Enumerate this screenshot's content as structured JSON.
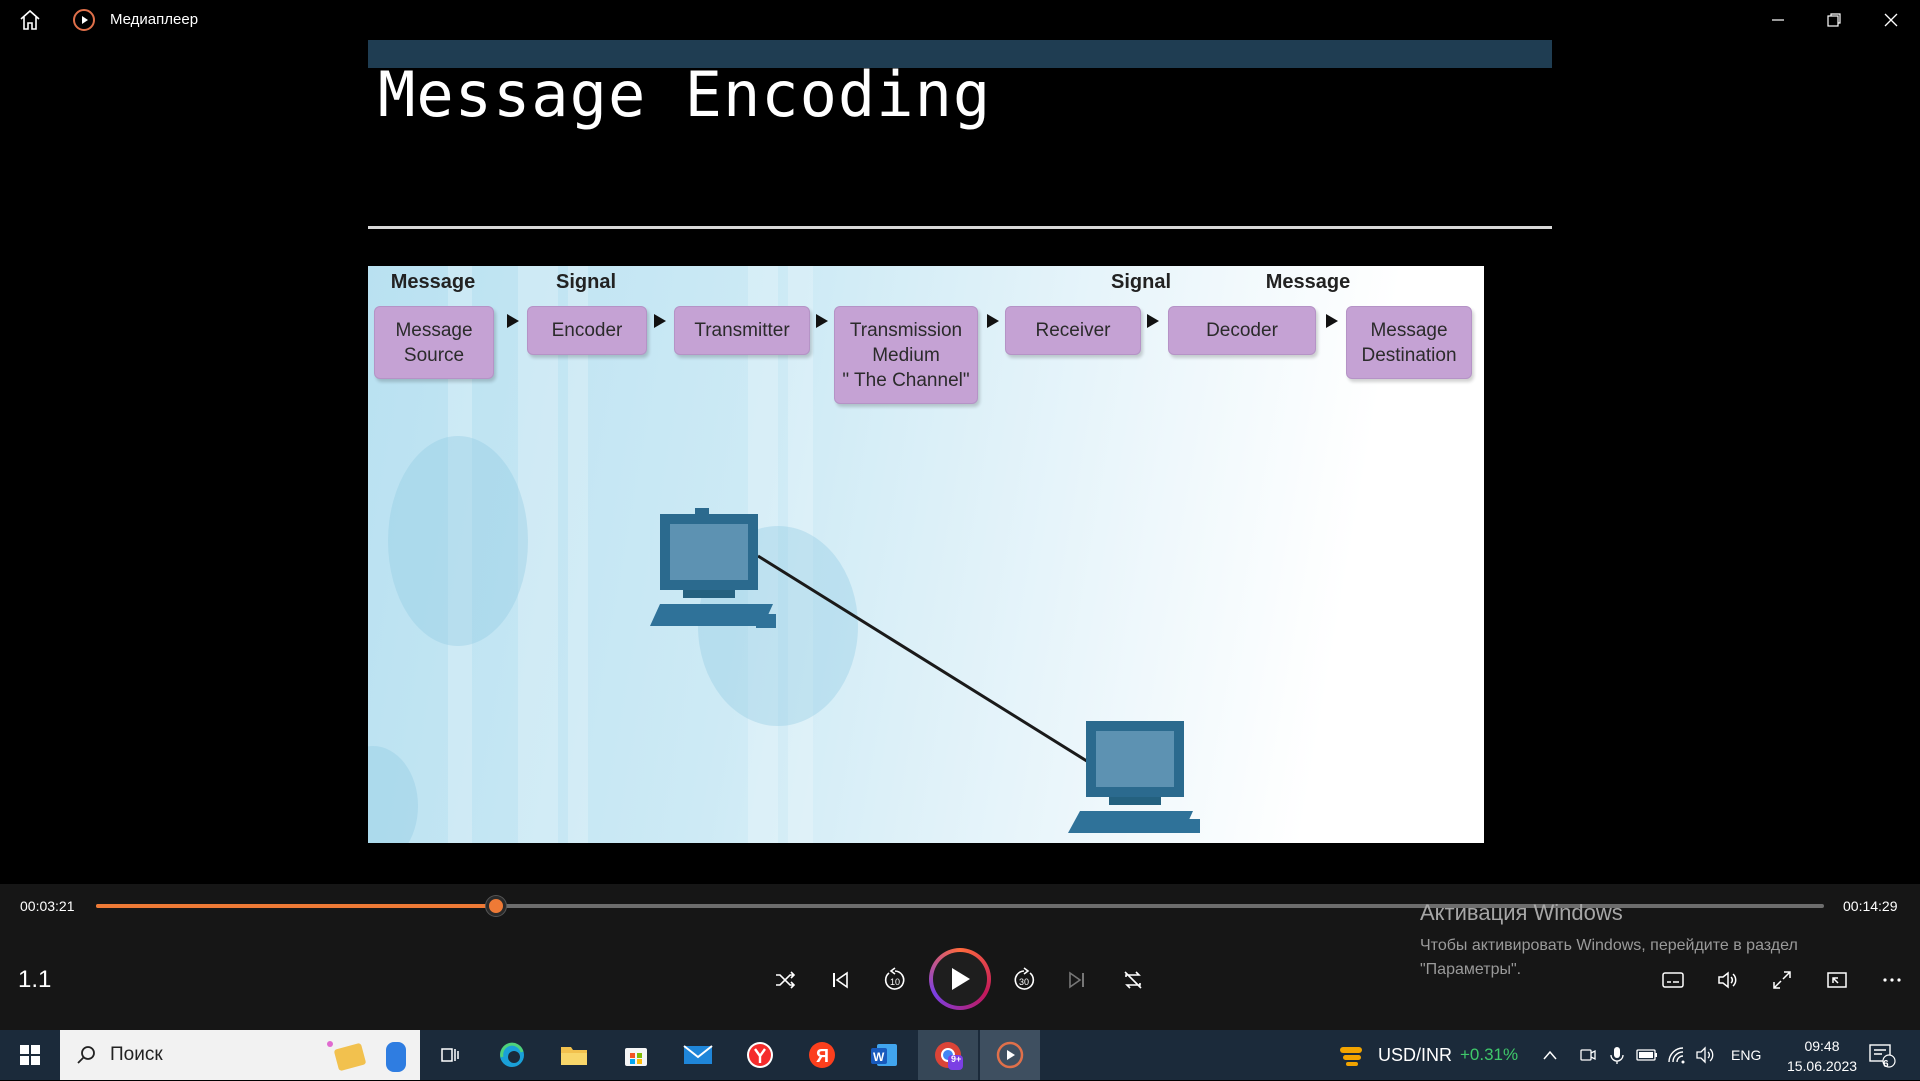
{
  "window": {
    "app_title": "Медиаплеер"
  },
  "slide": {
    "title": "Message Encoding",
    "headers": {
      "message_left": "Message",
      "signal_left": "Signal",
      "signal_right": "Signal",
      "message_right": "Message"
    },
    "stages": [
      {
        "label": "Message\nSource"
      },
      {
        "label": "Encoder"
      },
      {
        "label": "Transmitter"
      },
      {
        "label": "Transmission\nMedium\n\" The Channel\""
      },
      {
        "label": "Receiver"
      },
      {
        "label": "Decoder"
      },
      {
        "label": "Message\nDestination"
      }
    ]
  },
  "player": {
    "current_time": "00:03:21",
    "total_time": "00:14:29",
    "progress": 0.2313,
    "speed": "1.1",
    "accent": "#ee7a36"
  },
  "activation": {
    "title": "Активация Windows",
    "text": "Чтобы активировать Windows, перейдите в раздел \"Параметры\"."
  },
  "taskbar": {
    "search_placeholder": "Поиск",
    "ticker": "USD/INR",
    "ticker_change": "+0.31%",
    "language": "ENG",
    "time": "09:48",
    "date": "15.06.2023",
    "notification_count": "6",
    "badge_count": "9+"
  }
}
